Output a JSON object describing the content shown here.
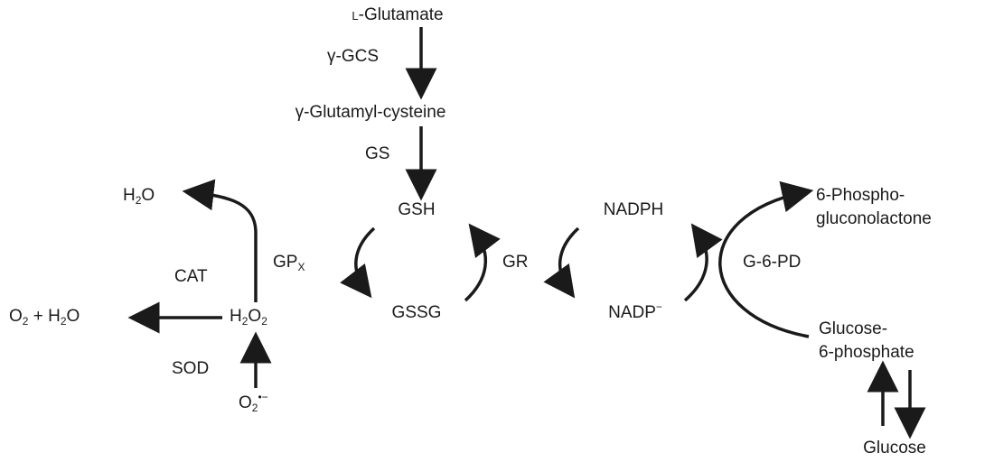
{
  "metabolites": {
    "l_glutamate_prefix": "l",
    "l_glutamate_name": "-Glutamate",
    "gamma_glutamylcysteine": "γ-Glutamyl-cysteine",
    "gsh": "GSH",
    "gssg": "GSSG",
    "nadph": "NADPH",
    "nadp": "NADP",
    "nadp_charge": "−",
    "phosphogluconolactone_line1": "6-Phospho-",
    "phosphogluconolactone_line2": "gluconolactone",
    "glucose6p_line1": "Glucose-",
    "glucose6p_line2": "6-phosphate",
    "glucose": "Glucose",
    "h2o_h": "H",
    "h2o_sub": "2",
    "h2o_o": "O",
    "h2o2_h": "H",
    "h2o2_sub1": "2",
    "h2o2_o": "O",
    "h2o2_sub2": "2",
    "o2h2o_o": "O",
    "o2h2o_sub1": "2",
    "o2h2o_plus": " + H",
    "o2h2o_sub2": "2",
    "o2h2o_o2": "O",
    "superoxide_o": "O",
    "superoxide_sub": "2",
    "superoxide_sup": "•−"
  },
  "enzymes": {
    "gamma_gcs": "γ-GCS",
    "gs": "GS",
    "gpx_main": "GP",
    "gpx_sub": "X",
    "gr": "GR",
    "g6pd": "G-6-PD",
    "cat": "CAT",
    "sod": "SOD"
  },
  "style": {
    "arrow_color": "#1a1a1a",
    "text_color": "#1a1a1a",
    "background": "#ffffff"
  }
}
